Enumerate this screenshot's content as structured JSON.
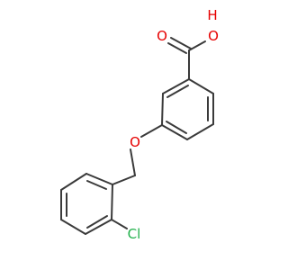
{
  "structure": {
    "atoms": {
      "hydroxyl_h": {
        "text": "H",
        "color": "#e60000"
      },
      "hydroxyl_o": {
        "text": "O",
        "color": "#e60000"
      },
      "carbonyl_o": {
        "text": "O",
        "color": "#e60000"
      },
      "ether_o": {
        "text": "O",
        "color": "#e60000"
      },
      "chlorine": {
        "text": "Cl",
        "color": "#22b14c"
      }
    },
    "bond_color": "#3a3a3a"
  }
}
